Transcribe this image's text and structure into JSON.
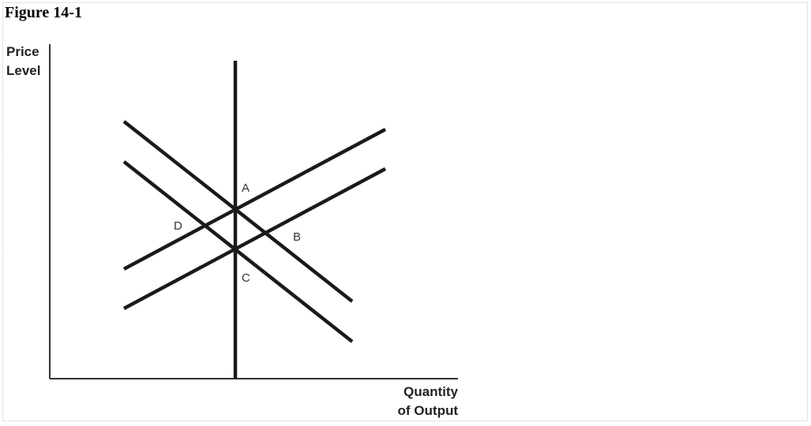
{
  "figure": {
    "title": "Figure 14-1"
  },
  "axes": {
    "y_label_line1": "Price",
    "y_label_line2": "Level",
    "x_label_line1": "Quantity",
    "x_label_line2": "of Output"
  },
  "points": {
    "a": "A",
    "b": "B",
    "c": "C",
    "d": "D"
  },
  "colors": {
    "lines": "#1a1a1a",
    "axes": "#333333"
  }
}
